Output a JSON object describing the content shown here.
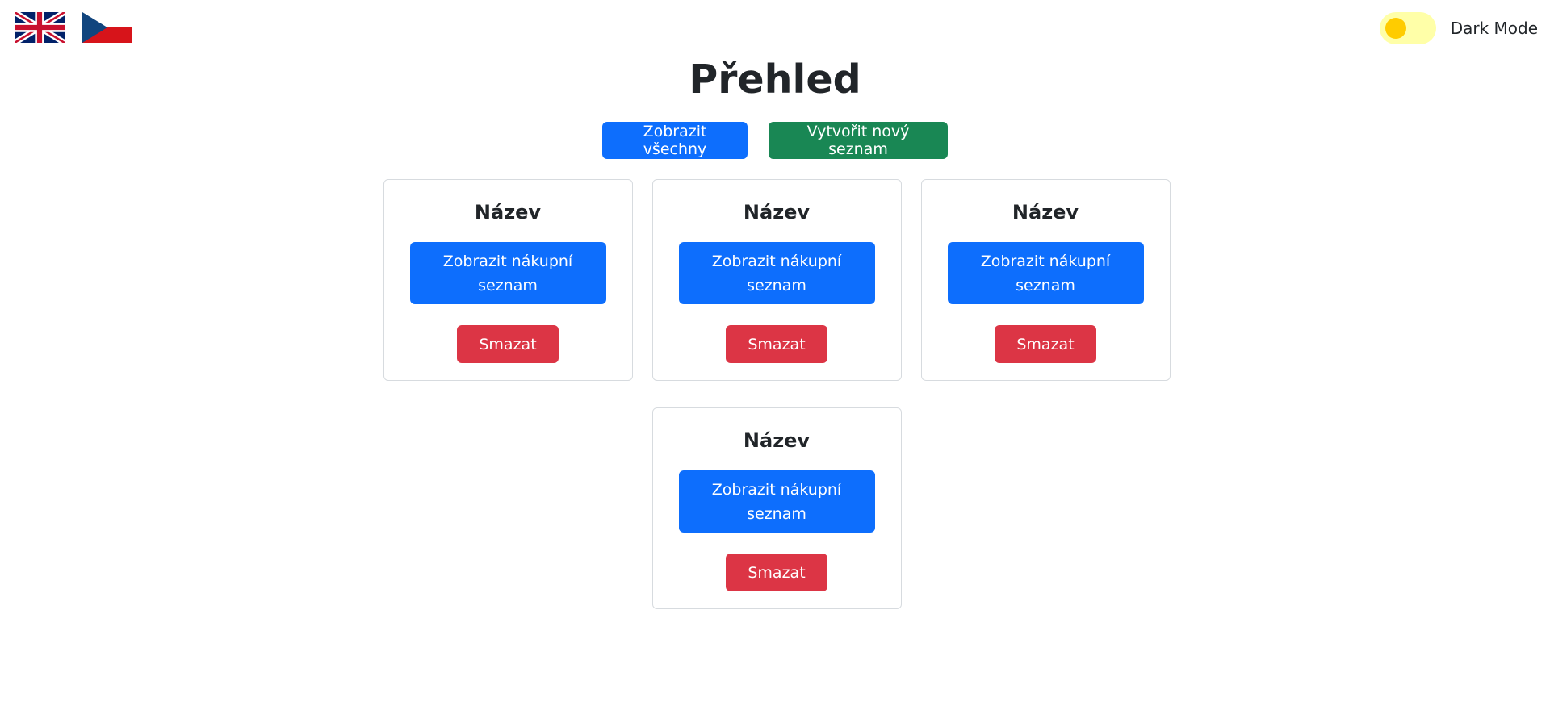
{
  "header": {
    "languages": [
      {
        "code": "en",
        "icon": "uk-flag-icon"
      },
      {
        "code": "cs",
        "icon": "czech-flag-icon"
      }
    ],
    "dark_mode_label": "Dark Mode",
    "dark_mode_enabled": false
  },
  "page": {
    "title": "Přehled",
    "show_all_label": "Zobrazit všechny",
    "create_new_label": "Vytvořit nový seznam"
  },
  "lists": [
    {
      "title": "Název",
      "view_label": "Zobrazit nákupní seznam",
      "delete_label": "Smazat"
    },
    {
      "title": "Název",
      "view_label": "Zobrazit nákupní seznam",
      "delete_label": "Smazat"
    },
    {
      "title": "Název",
      "view_label": "Zobrazit nákupní seznam",
      "delete_label": "Smazat"
    },
    {
      "title": "Název",
      "view_label": "Zobrazit nákupní seznam",
      "delete_label": "Smazat"
    }
  ],
  "colors": {
    "primary": "#0d6efd",
    "success": "#198754",
    "danger": "#dc3545",
    "toggle_track": "#ffffa8",
    "toggle_knob": "#ffcc00"
  }
}
